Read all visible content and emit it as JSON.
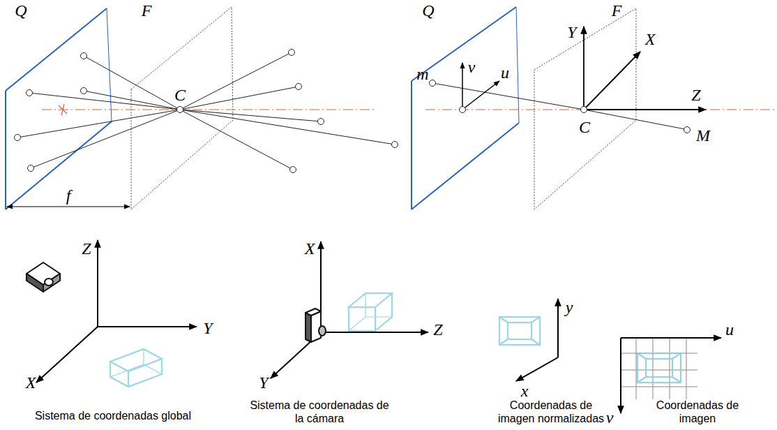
{
  "diagram": {
    "labels": [
      "Q",
      "F",
      "C",
      "f",
      "Q",
      "F",
      "v",
      "u",
      "m",
      "Y",
      "X",
      "Z",
      "C",
      "M",
      "Z",
      "Y",
      "X",
      "Sistema de coordenadas global",
      "X",
      "Z",
      "Y",
      "Sistema de coordenadas de la cámara",
      "y",
      "x",
      "Coordenadas de imagen normalizadas",
      "u",
      "v",
      "Coordenadas de imagen"
    ]
  }
}
